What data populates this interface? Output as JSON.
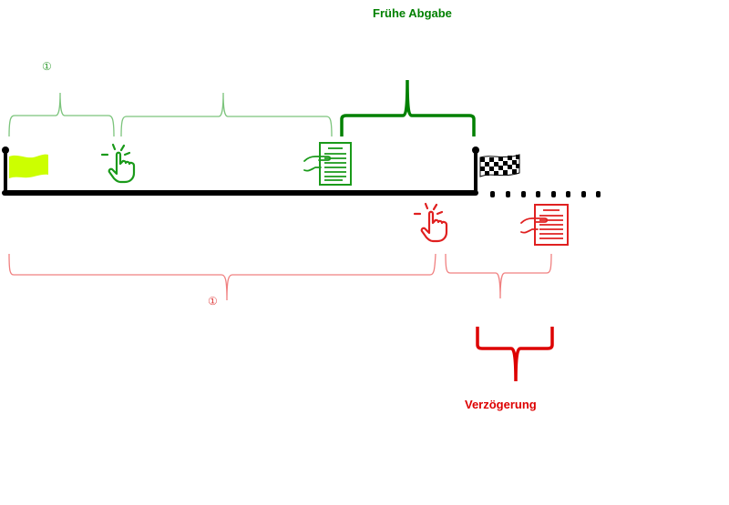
{
  "labels": {
    "early_submission": "Frühe Abgabe",
    "delay": "Verzögerung"
  },
  "markers": {
    "top_marker": "①",
    "bottom_marker": "①"
  },
  "colors": {
    "timeline": "#000000",
    "early_strong": "#008000",
    "early_light": "#7cc47c",
    "delay_strong": "#dd0000",
    "delay_light": "#f08080",
    "start_flag": "#ccff00",
    "icon_green": "#1a9a1a",
    "icon_red": "#e02020"
  },
  "icons": {
    "start": "start-flag-icon",
    "click_early": "hand-click-icon",
    "submit_early": "document-submit-icon",
    "finish": "checkered-flag-icon",
    "click_late": "hand-click-icon",
    "submit_late": "document-submit-icon"
  }
}
